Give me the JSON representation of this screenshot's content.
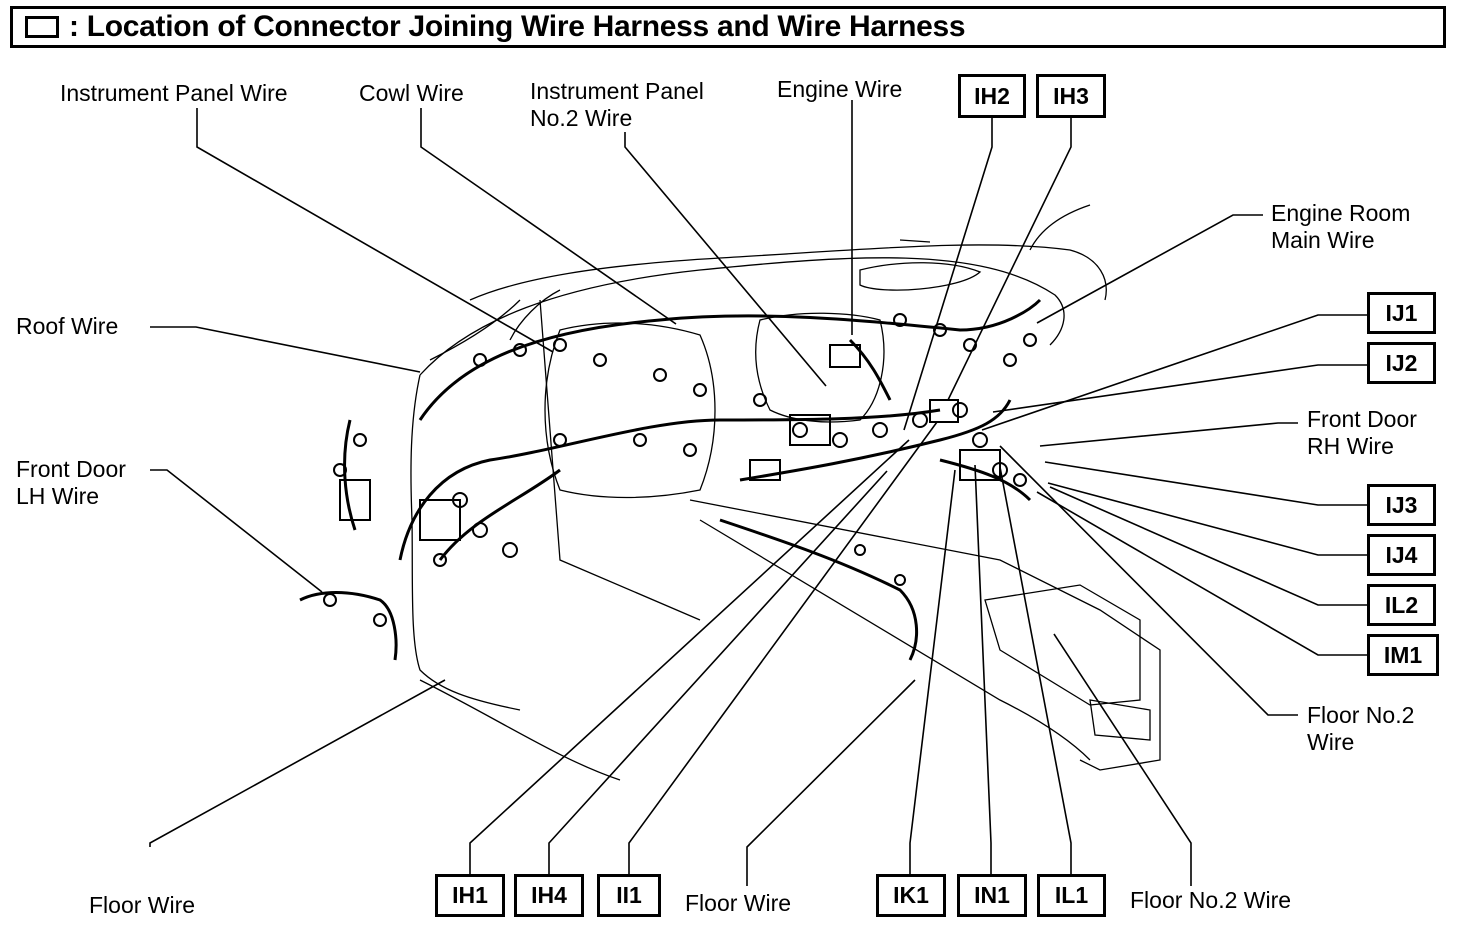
{
  "header": {
    "title": ": Location of Connector Joining Wire Harness and Wire Harness"
  },
  "wire_labels": {
    "instrument_panel_wire": "Instrument Panel Wire",
    "cowl_wire": "Cowl Wire",
    "instrument_panel_no2_line1": "Instrument Panel",
    "instrument_panel_no2_line2": "No.2 Wire",
    "engine_wire": "Engine Wire",
    "engine_room_main_line1": "Engine Room",
    "engine_room_main_line2": "Main Wire",
    "roof_wire": "Roof Wire",
    "front_door_lh_line1": "Front Door",
    "front_door_lh_line2": "LH Wire",
    "front_door_rh_line1": "Front Door",
    "front_door_rh_line2": "RH Wire",
    "floor_no2_right_line1": "Floor No.2",
    "floor_no2_right_line2": "Wire",
    "floor_wire_left": "Floor Wire",
    "floor_wire_center": "Floor Wire",
    "floor_no2_bottom": "Floor No.2 Wire"
  },
  "connectors": {
    "IH2": "IH2",
    "IH3": "IH3",
    "IJ1": "IJ1",
    "IJ2": "IJ2",
    "IJ3": "IJ3",
    "IJ4": "IJ4",
    "IL2": "IL2",
    "IM1": "IM1",
    "IH1": "IH1",
    "IH4": "IH4",
    "II1": "II1",
    "IK1": "IK1",
    "IN1": "IN1",
    "IL1": "IL1"
  }
}
